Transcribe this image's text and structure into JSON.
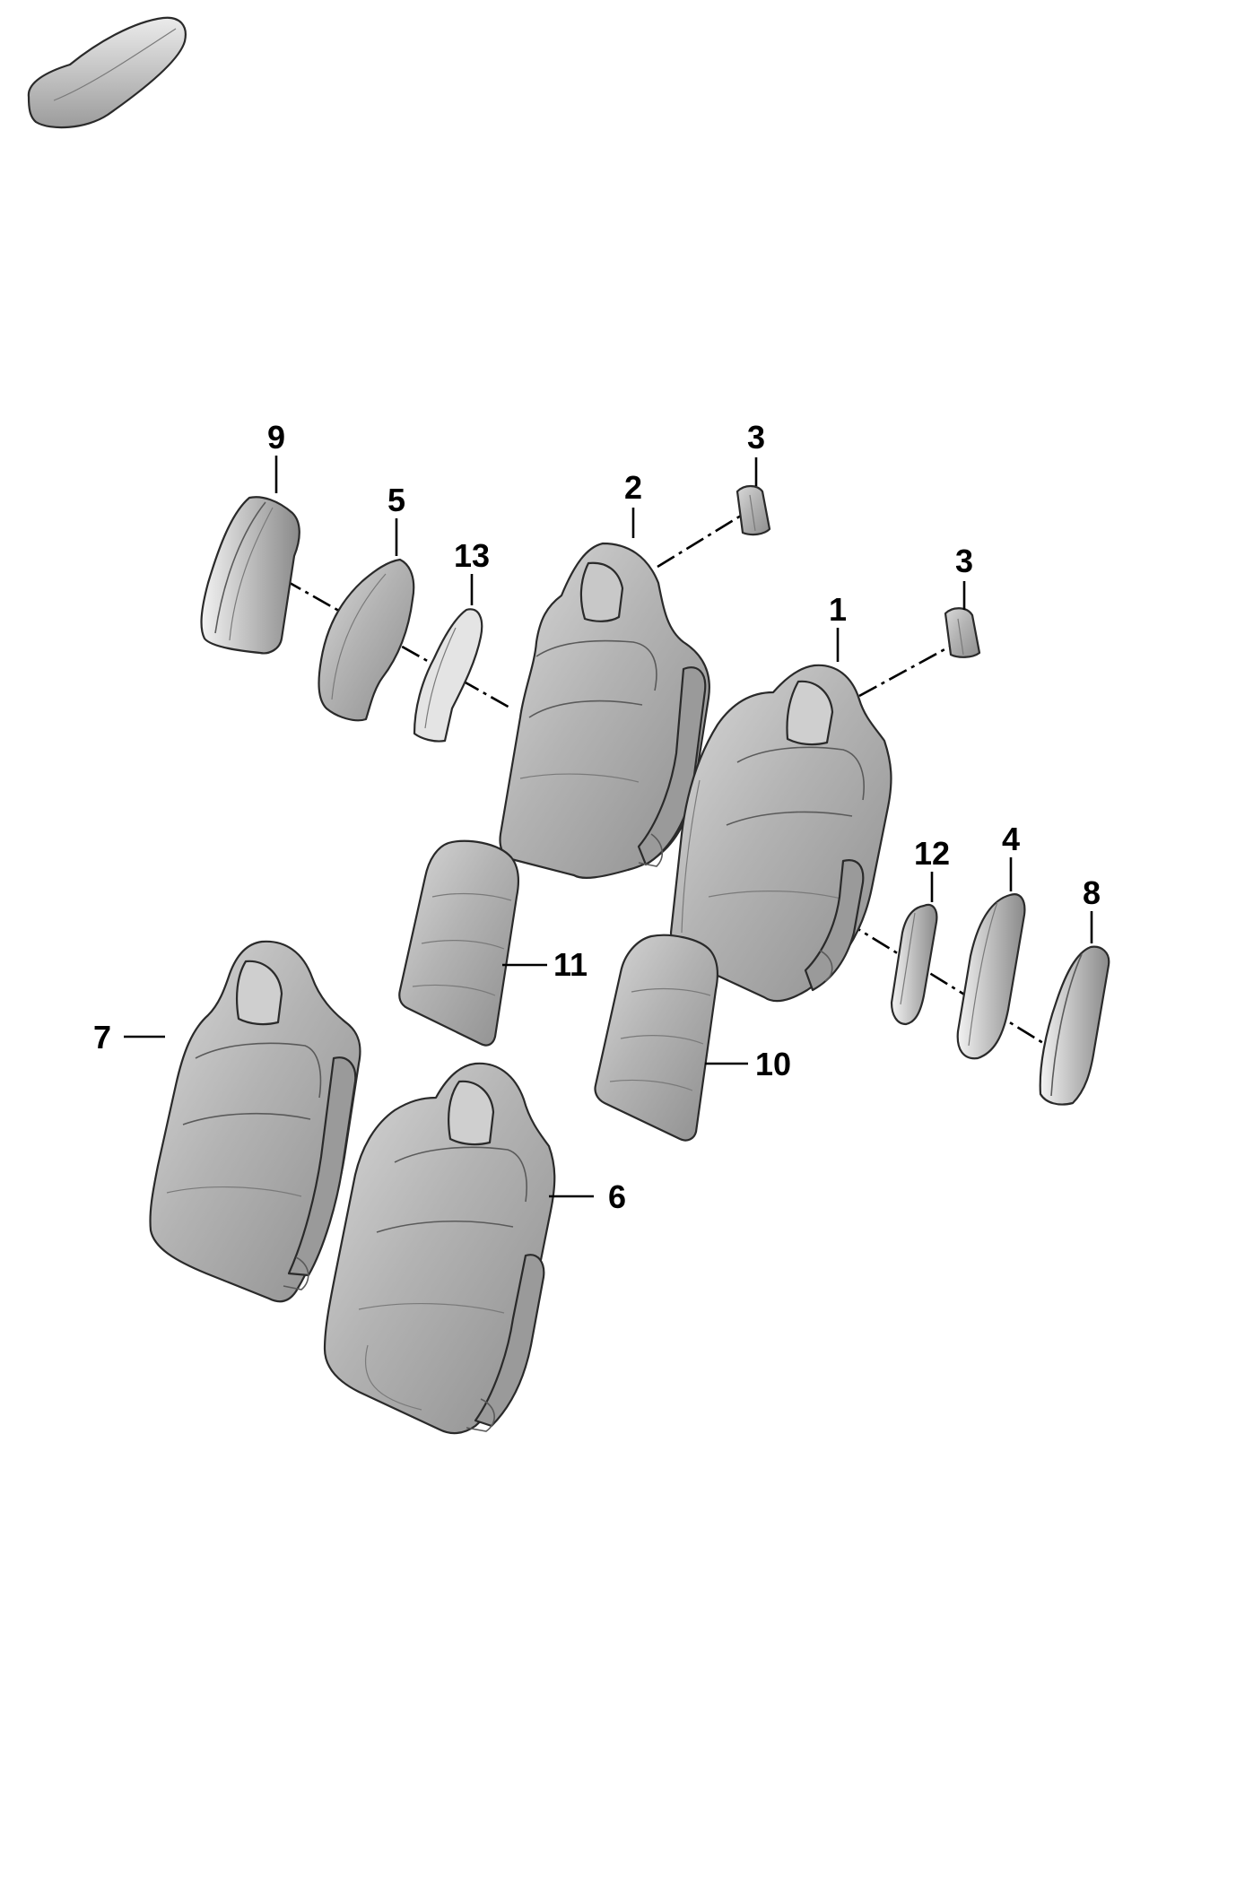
{
  "callouts": {
    "c1": "1",
    "c2": "2",
    "c3a": "3",
    "c3b": "3",
    "c4": "4",
    "c5": "5",
    "c6": "6",
    "c7": "7",
    "c8": "8",
    "c9": "9",
    "c10": "10",
    "c11": "11",
    "c12": "12",
    "c13": "13"
  },
  "colors": {
    "part_fill": "#a9a9a9",
    "part_light": "#d7d7d7",
    "part_dark": "#7d7d7d",
    "ink": "#000000"
  }
}
